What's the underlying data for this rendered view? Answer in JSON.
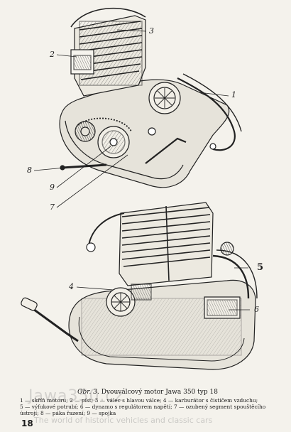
{
  "callouts": {
    "top": [
      "3",
      "2",
      "1",
      "8",
      "9",
      "7"
    ],
    "bottom": [
      "5",
      "4",
      "6"
    ]
  },
  "caption": {
    "title_prefix": "Obr. 3.",
    "title_text": "Dvouválcový motor Jawa 350 typ 18",
    "legend_line1": "1 — skříň motoru; 2 — píst; 3 — válec s hlavou válce; 4 — karburátor s čističem vzduchu;",
    "legend_line2": "5 — výfukové potrubí; 6 — dynamo s regulátorem napětí; 7 — ozubený segment spouštěcího",
    "legend_line3": "ústrojí; 8 — páka řazení; 9 — spojka"
  },
  "watermark": {
    "main": "Jawa350.cz",
    "sub": "The world of historic vehicles and classic cars"
  },
  "page_number": "18"
}
